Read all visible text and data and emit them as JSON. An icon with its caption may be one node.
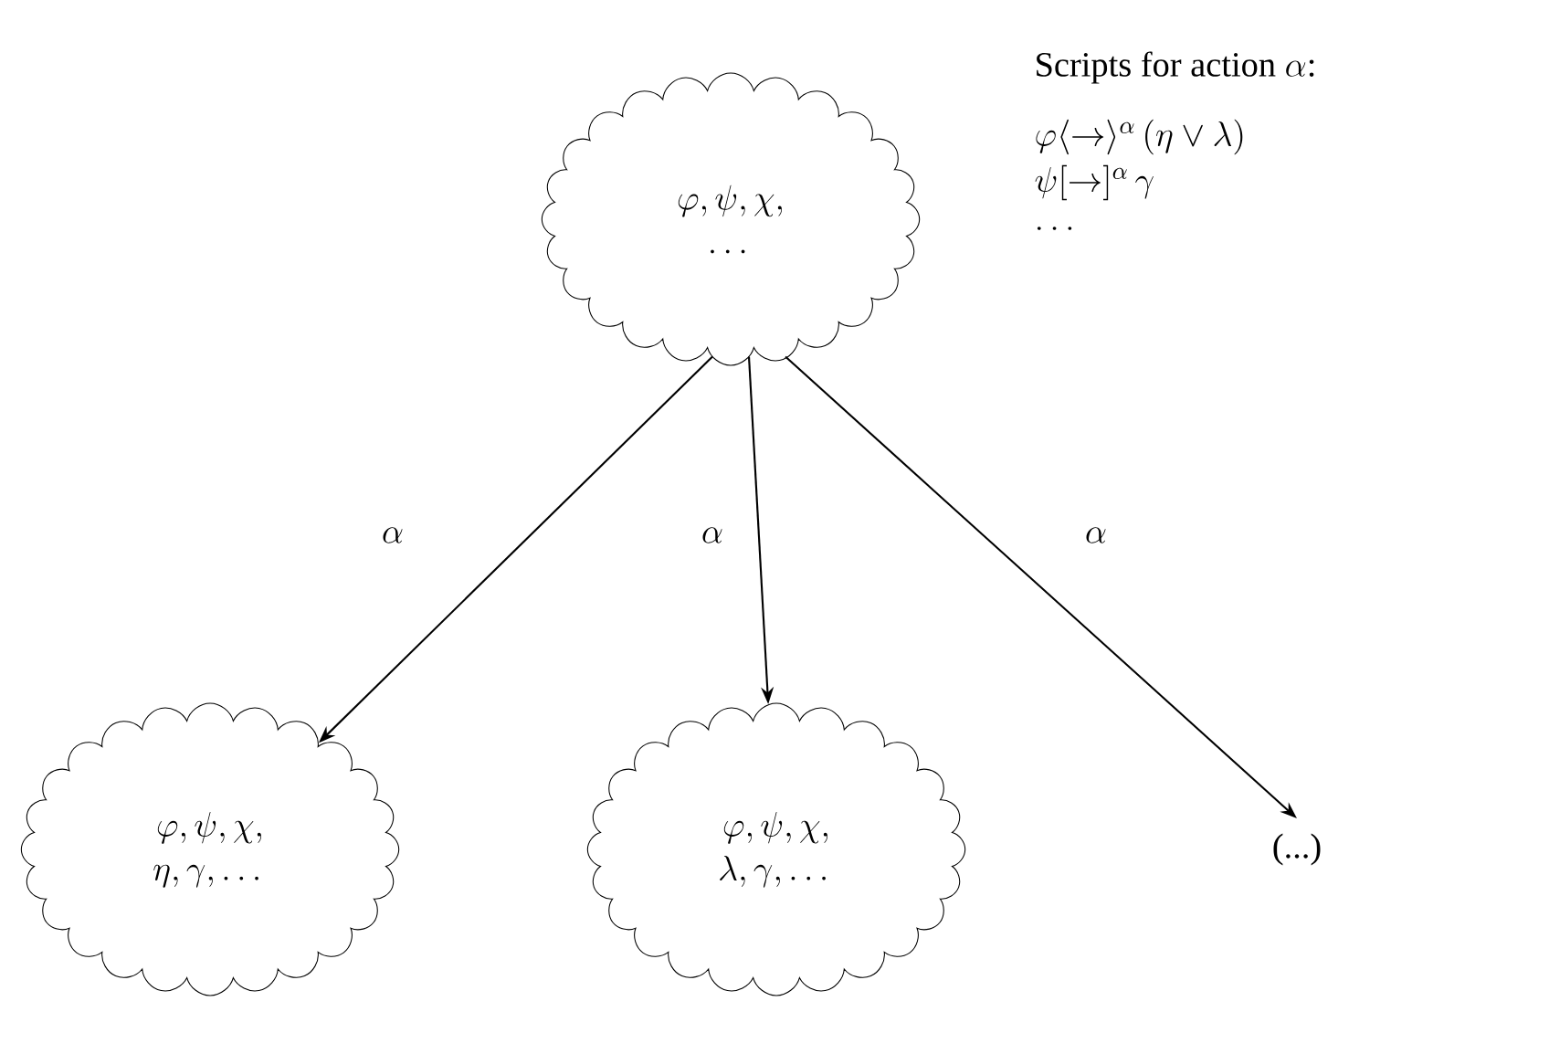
{
  "diagram": {
    "nodes": [
      {
        "text": [
          "\\varphi, \\psi, \\chi,",
          "\\dots"
        ]
      },
      {
        "text": [
          "\\varphi, \\psi, \\chi,",
          "\\eta, \\gamma, \\dots"
        ]
      },
      {
        "text": [
          "\\varphi, \\psi, \\chi,",
          "\\lambda, \\gamma, \\dots"
        ]
      },
      {
        "text": [
          "\\text{(...)}"
        ]
      }
    ],
    "edges": [
      {
        "from": 0,
        "to": 1,
        "arrow": "to",
        "label": "\\alpha"
      },
      {
        "from": 0,
        "to": 2,
        "arrow": "to",
        "label": "\\alpha"
      },
      {
        "from": 0,
        "to": 3,
        "arrow": "to",
        "label": "\\alpha"
      }
    ],
    "labels": [
      "\\text{Scripts for action }\\alpha\\text{:}",
      "\\varphi\\langle\\rightarrow\\rangle^{\\alpha}\\,(\\eta\\vee\\lambda)",
      "\\psi[\\rightarrow]^{\\alpha}\\,\\gamma",
      "\\dots"
    ]
  }
}
